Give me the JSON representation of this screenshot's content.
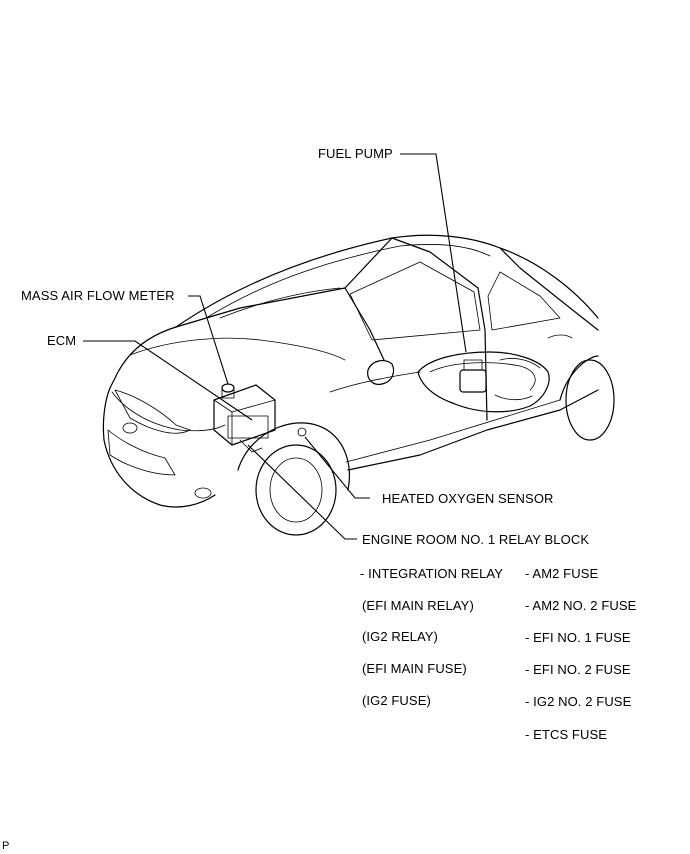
{
  "labels": {
    "fuel_pump": "FUEL PUMP",
    "mass_air_flow_meter": "MASS AIR FLOW METER",
    "ecm": "ECM",
    "heated_oxygen_sensor": "HEATED OXYGEN SENSOR",
    "engine_room_relay_block": "ENGINE ROOM NO. 1 RELAY BLOCK"
  },
  "relay_block_items": [
    "- INTEGRATION RELAY",
    "(EFI MAIN RELAY)",
    "(IG2 RELAY)",
    "(EFI MAIN FUSE)",
    "(IG2 FUSE)"
  ],
  "fuse_items": [
    "- AM2 FUSE",
    "- AM2 NO. 2 FUSE",
    "- EFI NO. 1 FUSE",
    "- EFI NO. 2 FUSE",
    "- IG2 NO. 2 FUSE",
    "- ETCS FUSE"
  ],
  "corner_mark": "P"
}
